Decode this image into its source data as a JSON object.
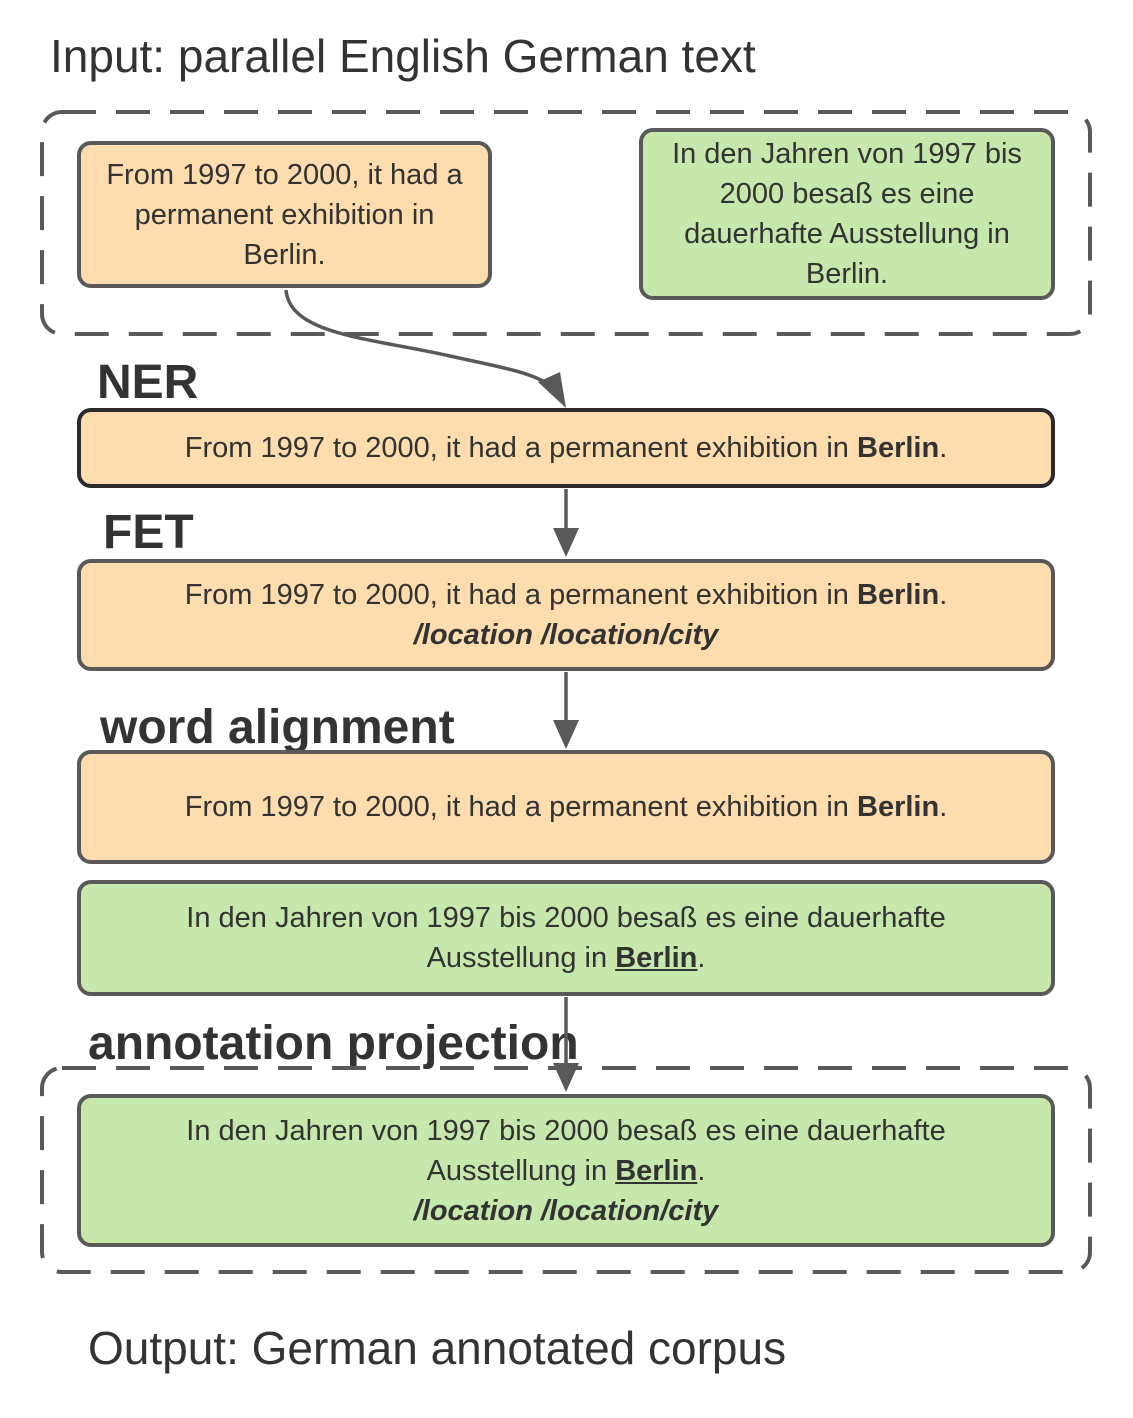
{
  "input_title": "Input: parallel English German text",
  "output_title": "Output: German annotated corpus",
  "input": {
    "english_text": "From 1997 to 2000, it had a permanent exhibition in Berlin.",
    "german_text": "In den Jahren von 1997 bis 2000 besaß es eine dauerhafte Ausstellung in Berlin."
  },
  "steps": {
    "ner": {
      "label": "NER",
      "text_before": "From 1997 to 2000, it had a permanent exhibition in ",
      "entity": "Berlin",
      "text_after": "."
    },
    "fet": {
      "label": "FET",
      "text_before": "From 1997 to 2000, it had a permanent exhibition in ",
      "entity": "Berlin",
      "text_after": ".",
      "types": "/location /location/city"
    },
    "word_alignment": {
      "label": "word alignment",
      "english_before": "From 1997 to 2000, it had a permanent exhibition in ",
      "english_entity": "Berlin",
      "english_after": ".",
      "german_line1": "In den Jahren von 1997 bis 2000 besaß es eine dauerhafte",
      "german_before": "Ausstellung in ",
      "german_entity": "Berlin",
      "german_after": "."
    },
    "annotation_projection": {
      "label": "annotation projection",
      "german_line1": "In den Jahren von 1997 bis 2000 besaß es eine dauerhafte",
      "german_before": "Ausstellung in ",
      "german_entity": "Berlin",
      "german_after": ".",
      "types": "/location /location/city"
    }
  },
  "colors": {
    "english_box": "#fddcad",
    "german_box": "#c7e8ad",
    "border": "#595959",
    "arrow": "#595959",
    "text": "#333333"
  }
}
